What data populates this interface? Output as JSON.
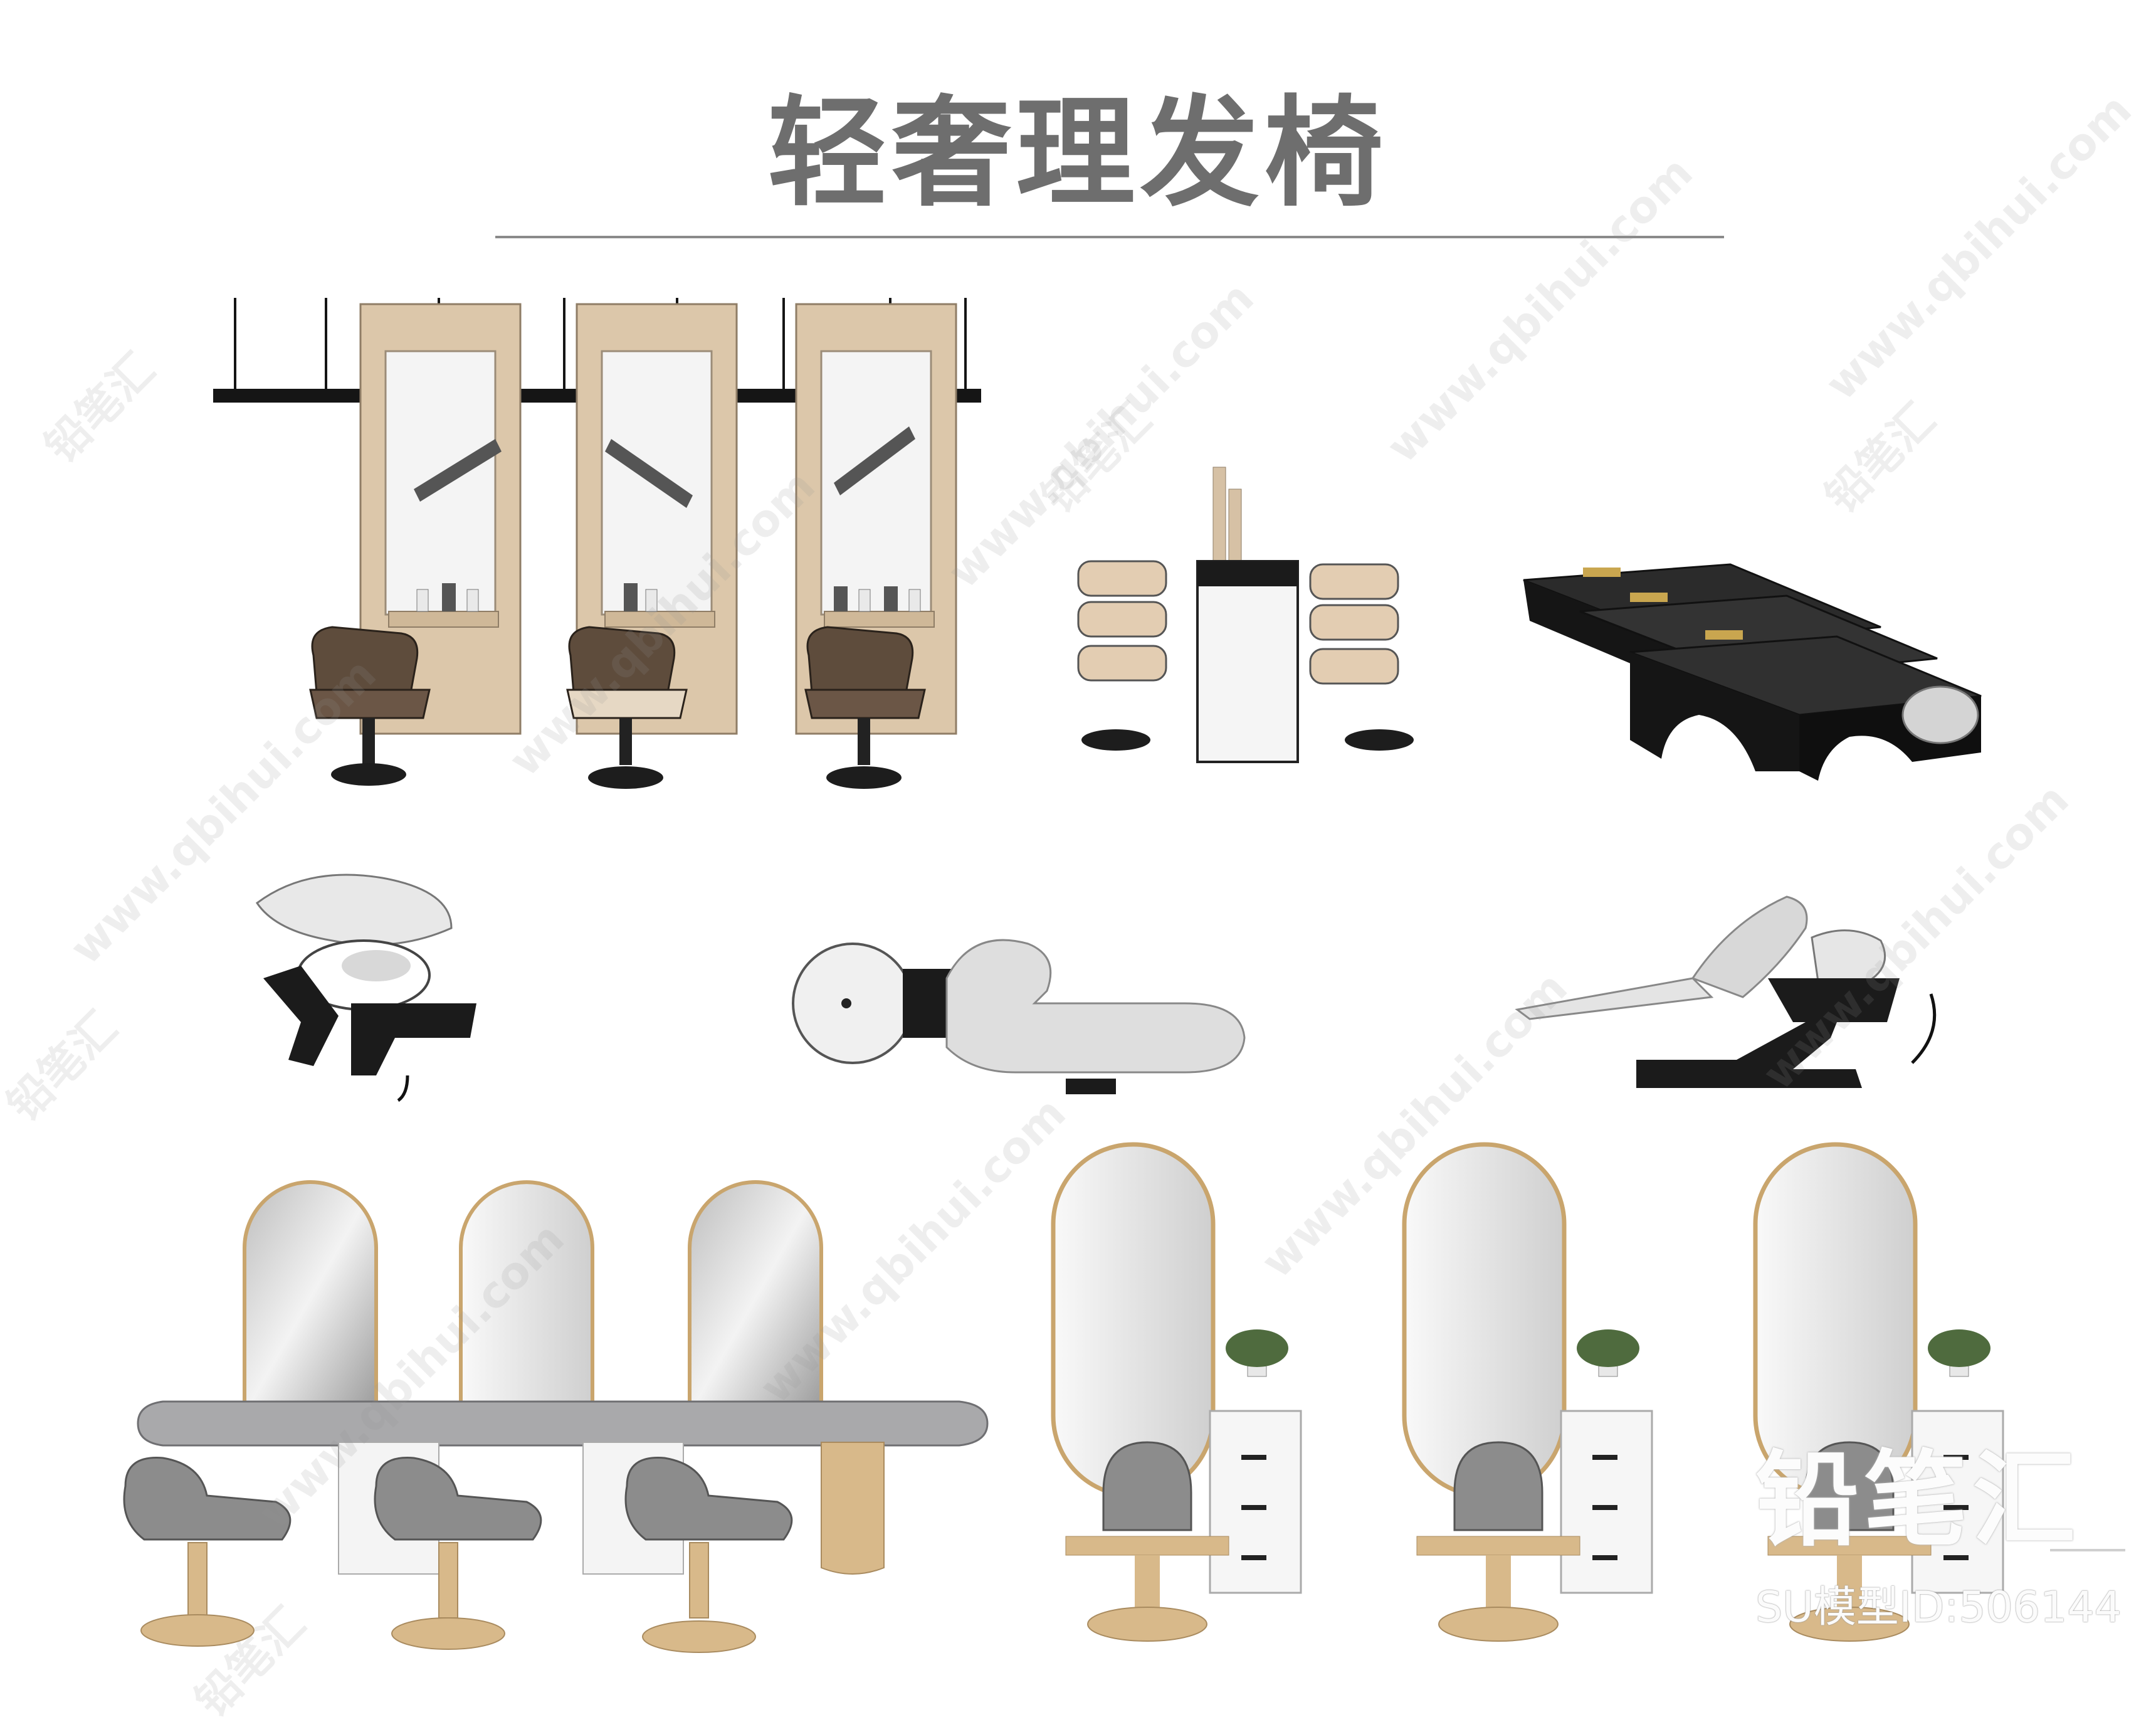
{
  "title": "轻奢理发椅",
  "watermark": {
    "logo_text": "铅笔汇",
    "url_text": "www.qbihui.com",
    "model_label": "SU模型ID:506144"
  },
  "colors": {
    "background": "#ffffff",
    "title": "#6e6e6e",
    "wood": "#d9c4a6",
    "gold": "#d8b98a",
    "black": "#1b1b1b",
    "grey_seat": "#8c8c8c",
    "marble": "#a9a9ab"
  }
}
